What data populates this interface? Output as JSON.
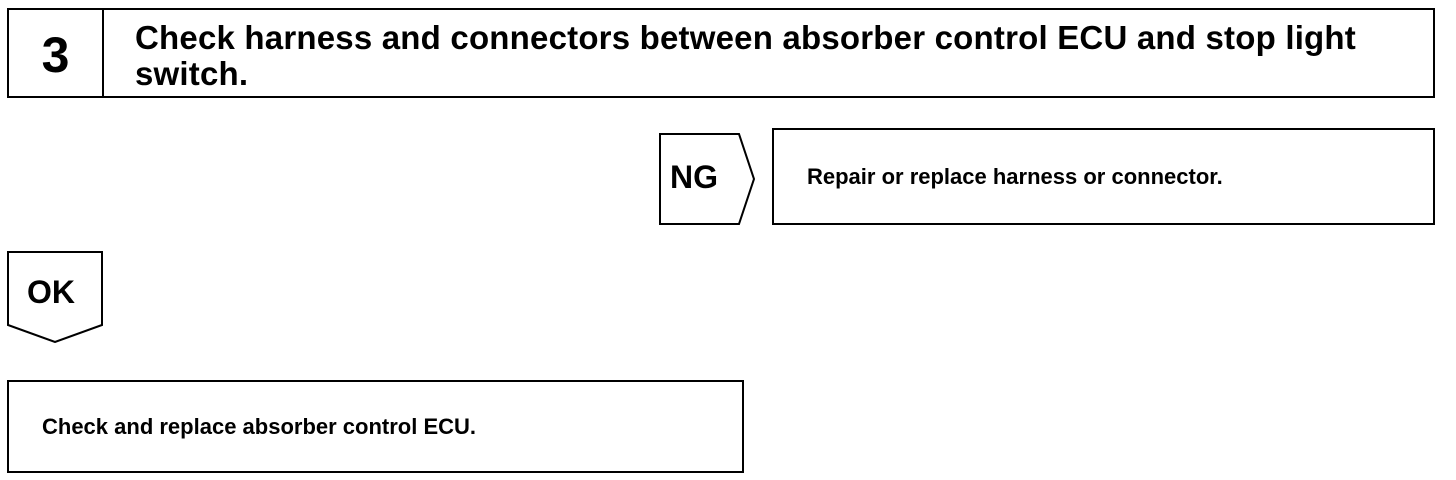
{
  "step": {
    "number": "3",
    "title": "Check harness and connectors between absorber control ECU and stop light switch."
  },
  "ng_branch": {
    "label": "NG",
    "action": "Repair or replace harness or connector."
  },
  "ok_branch": {
    "label": "OK",
    "action": "Check and replace absorber control ECU."
  }
}
